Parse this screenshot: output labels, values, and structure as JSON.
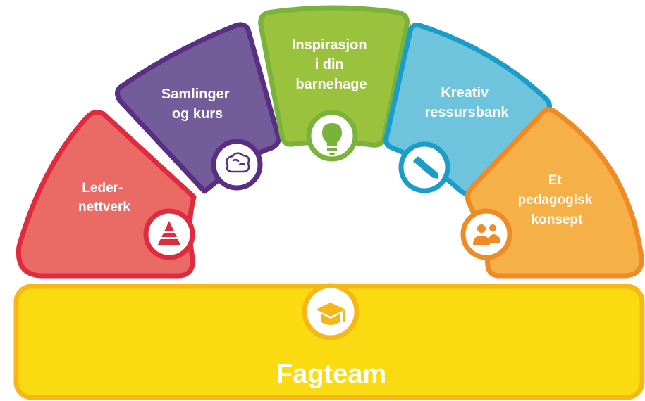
{
  "segments": [
    {
      "key": "leder",
      "lines": [
        "Leder-",
        "nettverk"
      ],
      "icon": "pyramid-icon",
      "fill": "#ea6b66",
      "stroke": "#e02a3e",
      "icon_fill": "#e02a3e"
    },
    {
      "key": "samling",
      "lines": [
        "Samlinger",
        "og kurs"
      ],
      "icon": "brain-icon",
      "fill": "#735c9a",
      "stroke": "#5a2e83",
      "icon_fill": "#5a2e83"
    },
    {
      "key": "inspir",
      "lines": [
        "Inspirasjon",
        "i din",
        "barnehage"
      ],
      "icon": "lightbulb-icon",
      "fill": "#9ac23c",
      "stroke": "#79b33a",
      "icon_fill": "#79b33a"
    },
    {
      "key": "kreativ",
      "lines": [
        "Kreativ",
        "ressursbank"
      ],
      "icon": "pencil-icon",
      "fill": "#6ec3dd",
      "stroke": "#1a9dc9",
      "icon_fill": "#1a9dc9"
    },
    {
      "key": "etped",
      "lines": [
        "Et",
        "pedagogisk",
        "konsept"
      ],
      "icon": "people-icon",
      "fill": "#f6b048",
      "stroke": "#ef8a24",
      "icon_fill": "#ef8a24"
    }
  ],
  "base": {
    "label": "Fagteam",
    "icon": "graduation-cap-icon",
    "fill": "#fadb12",
    "stroke": "#f5b817",
    "icon_fill": "#f5b817"
  }
}
